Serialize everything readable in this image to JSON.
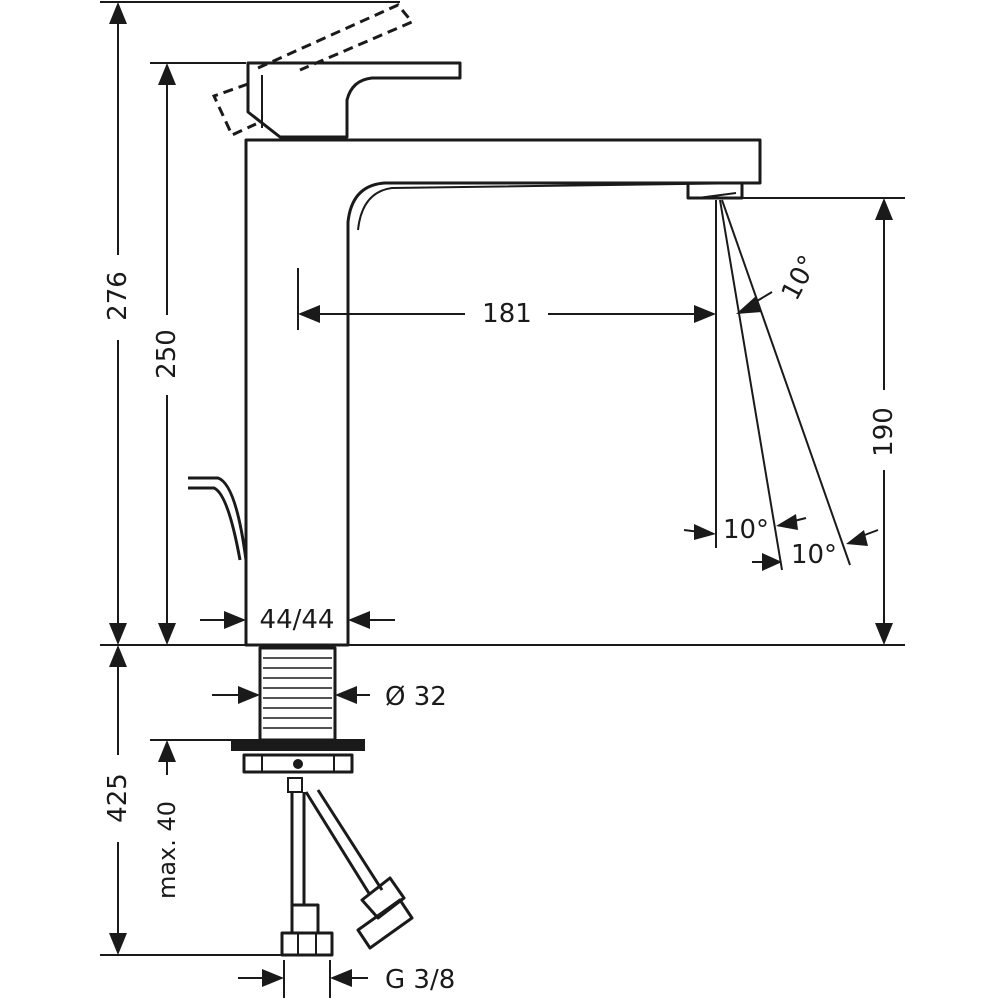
{
  "dimensions": {
    "total_height": "276",
    "body_height": "250",
    "spout_reach": "181",
    "spout_height": "190",
    "body_section": "44/44",
    "shank_diameter": "Ø 32",
    "hose_length": "425",
    "max_countertop": "max. 40",
    "connection_thread": "G 3/8",
    "angle_top": "10°",
    "angle_bottom_left": "10°",
    "angle_bottom_right": "10°"
  }
}
